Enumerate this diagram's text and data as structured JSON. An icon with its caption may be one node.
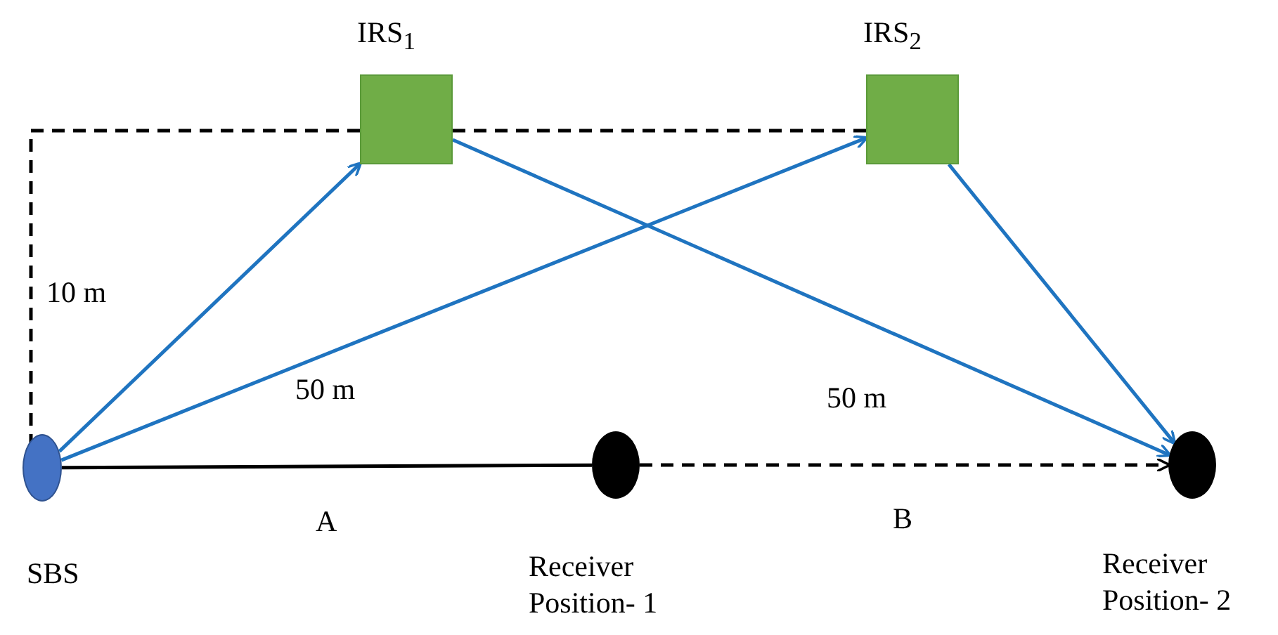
{
  "diagram": {
    "nodes": [
      {
        "text": [
          "IRS$_{1}$"
        ]
      },
      {
        "text": [
          "IRS$_{2}$"
        ]
      },
      {
        "text": [
          "SBS"
        ]
      },
      {
        "text": [
          "Receiver Position- 1"
        ]
      },
      {
        "text": [
          "Receiver Position- 2"
        ]
      }
    ],
    "edges": [
      {
        "from": 2,
        "to": 0,
        "arrow": "to"
      },
      {
        "from": 2,
        "to": 1,
        "arrow": "to"
      },
      {
        "from": 0,
        "to": 4,
        "arrow": "to"
      },
      {
        "from": 1,
        "to": 4,
        "arrow": "to"
      },
      {
        "from": 2,
        "to": 3,
        "arrow": "none",
        "label": "A",
        "color": "#000000"
      },
      {
        "from": 3,
        "to": 4,
        "arrow": "to",
        "label": "B",
        "style": "dashed",
        "color": "#000000"
      }
    ],
    "labels": [
      "10 m",
      "50 m",
      "50 m"
    ]
  }
}
